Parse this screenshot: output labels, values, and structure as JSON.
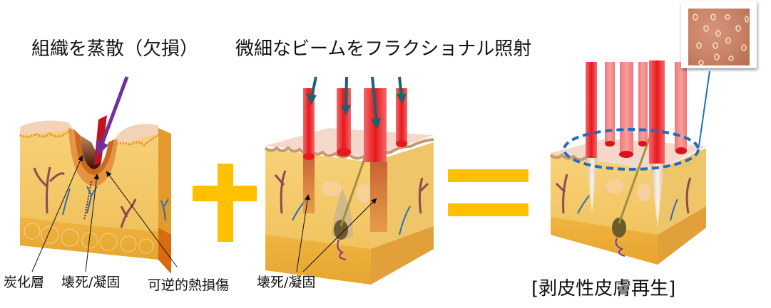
{
  "titles": {
    "ablative": "組織を蒸散（欠損）",
    "fractional": "微細なビームをフラクショナル照射"
  },
  "labels": {
    "carbonized_layer": "炭化層",
    "necrosis_coagulation_1": "壊死/凝固",
    "reversible_thermal_damage": "可逆的熱損傷",
    "necrosis_coagulation_2": "壊死/凝固"
  },
  "result_label": "[剥皮性皮膚再生]",
  "operators": {
    "plus": "+",
    "equals": "="
  },
  "panels": [
    {
      "name": "ablative-laser-skin-block",
      "description": "single wide ablation crater with purple beam arrow"
    },
    {
      "name": "fractional-laser-skin-block",
      "description": "four narrow red beam columns with teal arrows"
    },
    {
      "name": "resurfaced-skin-block",
      "description": "multiple red beams with microscopic treatment zones, dashed blue ellipse"
    }
  ],
  "colors": {
    "operator": "#FFC000",
    "ablative_arrow": "#7030A0",
    "fractional_arrow": "#1F5F6E",
    "beam_red": "#E8262B",
    "dashed_ellipse": "#1F6FBF",
    "skin_dermis": "#F4C766",
    "skin_fat": "#E9A93A",
    "skin_epidermis": "#F2D3B8"
  },
  "inset_photo": {
    "description": "skin photo showing microscopic treatment zones"
  }
}
